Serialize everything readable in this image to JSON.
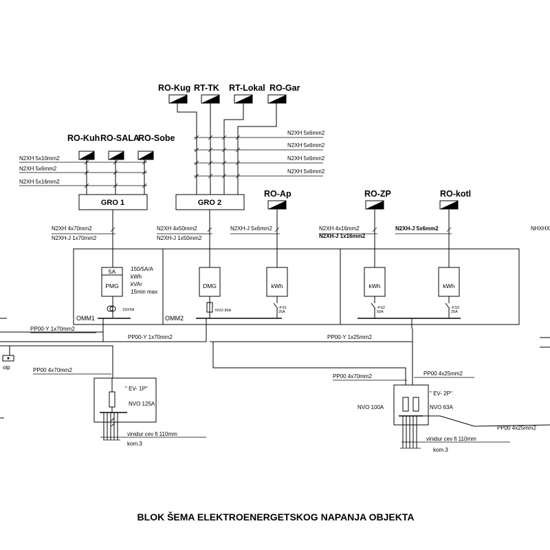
{
  "title": "BLOK ŠEMA ELEKTROENERGETSKOG NAPANJA OBJEKTA",
  "top_panels": [
    "RO-Kug",
    "RT-TK",
    "RT-Lokal",
    "RO-Gar"
  ],
  "top_cables": [
    "N2XH 5x6mm2",
    "N2XH 5x6mm2",
    "N2XH 5x6mm2",
    "N2XH 5x6mm2"
  ],
  "left_panels": [
    "RO-Kuh",
    "RO-SALA",
    "RO-Sobe"
  ],
  "left_cables": [
    "N2XH 5x10mm2",
    "N2XH 5x6mm2",
    "N2XH 5x16mm2"
  ],
  "gro": [
    "GRO 1",
    "GRO 2"
  ],
  "mid_panels": [
    "RO-Ap",
    "RO-ZP",
    "RO-kotl"
  ],
  "feeders": {
    "gro1": [
      "N2XH 4x70mm2",
      "N2XH-J 1x70mm2"
    ],
    "gro2": [
      "N2XH 4x50mm2",
      "N2XH-J 1x50mm2"
    ],
    "ro_ap": "N2XH-J 5x6mm2",
    "ro_zp": [
      "N2XH 4x16mm2",
      "N2XH-J 1x16mm2"
    ],
    "ro_kotl": "N2XH-J 5x6mm2",
    "edge": "NHXHX"
  },
  "omm1": {
    "label": "OMM1",
    "meter": "PMG",
    "rating": "5A",
    "specs": [
      "150/5A/A",
      "kWh",
      "kVAr",
      "15min max"
    ],
    "ct": "150/5A"
  },
  "omm2": {
    "label": "OMM2",
    "meters": [
      "DMG",
      "kWh"
    ],
    "fuse": "NVO 80A",
    "fs1": [
      "-FS1",
      "25A"
    ]
  },
  "omm3": {
    "meters": [
      "kWh",
      "kWh"
    ],
    "fs2": [
      "-FS2",
      "50A"
    ],
    "fs3": [
      "-FS3",
      "20A"
    ]
  },
  "earth_cables": [
    "PP00-Y 1x70mm2",
    "PP00-Y 1x70mm2",
    "PP00-Y 1x25mm2"
  ],
  "oip": "oip",
  "ev1": {
    "cable": "PP00 4x70mm2",
    "name": "\" EV- 1P\"",
    "fuse": "NVO 125A",
    "pipe": "vinidur cev fi 110mm",
    "count": "kom.3"
  },
  "ev2": {
    "cable_in": "PP00 4x70mm2",
    "cable_top": "PP00 4x25mm2",
    "name": "\" EV- 2P\"",
    "fuse_left": "NVO 100A",
    "fuse_right": "NVO 63A",
    "cable_out": "PP00 4x25mm2",
    "pipe": "vinidur cev fi 110mm",
    "count": "kom.3"
  }
}
